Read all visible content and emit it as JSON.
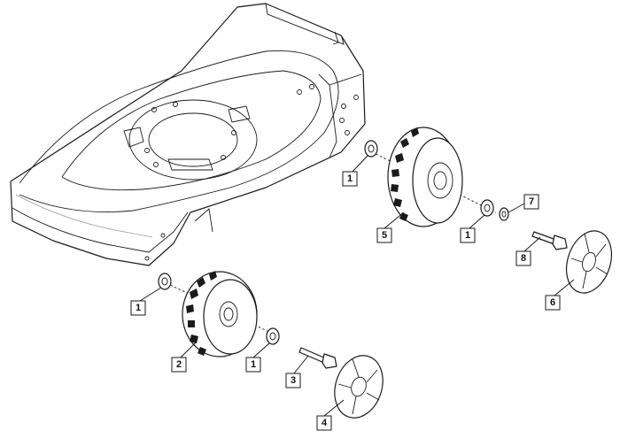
{
  "colors": {
    "line": "#1a1a1a",
    "background": "#ffffff"
  },
  "callouts": [
    {
      "id": "c1a",
      "label": "1"
    },
    {
      "id": "c1b",
      "label": "1"
    },
    {
      "id": "c1c",
      "label": "1"
    },
    {
      "id": "c1d",
      "label": "1"
    },
    {
      "id": "c2",
      "label": "2"
    },
    {
      "id": "c3",
      "label": "3"
    },
    {
      "id": "c4",
      "label": "4"
    },
    {
      "id": "c5",
      "label": "5"
    },
    {
      "id": "c6",
      "label": "6"
    },
    {
      "id": "c7",
      "label": "7"
    },
    {
      "id": "c8",
      "label": "8"
    }
  ]
}
